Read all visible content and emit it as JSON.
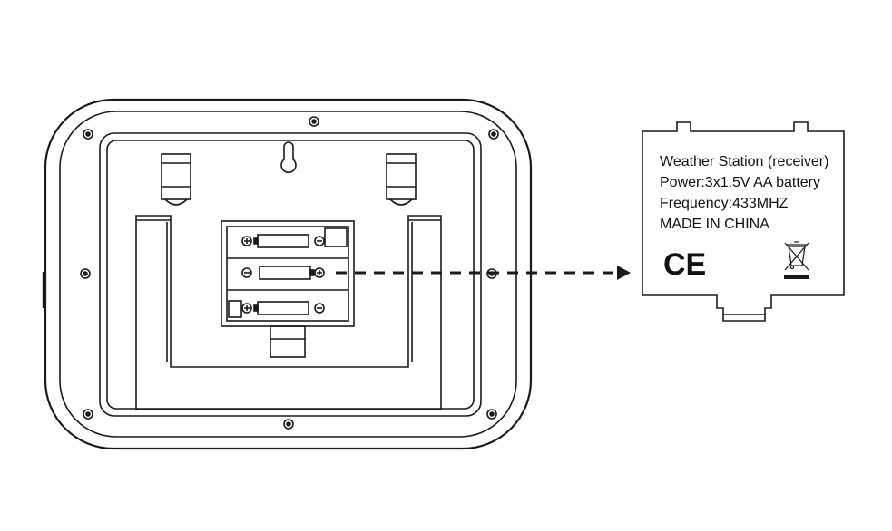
{
  "label": {
    "line1": "Weather Station (receiver)",
    "line2": "Power:3x1.5V AA battery",
    "line3": "Frequency:433MHZ",
    "line4": "MADE IN CHINA",
    "ce_mark": "CE"
  },
  "icons": [
    "screw-icon",
    "keyhole-icon",
    "battery-icon",
    "plus-terminal-icon",
    "minus-terminal-icon",
    "ce-mark-icon",
    "crossed-out-wheelie-bin-icon",
    "arrow-icon"
  ],
  "colors": {
    "line": "#1a1a1a",
    "background": "#ffffff"
  }
}
